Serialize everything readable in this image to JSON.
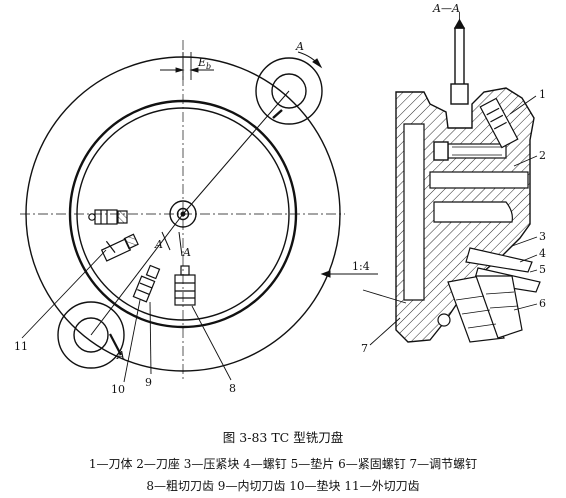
{
  "figure": {
    "caption_title": "图 3-83   TC 型铣刀盘",
    "legend_line1": "1—刀体   2—刀座   3—压紧块   4—螺钉   5—垫片   6—紧固螺钉   7—调节螺钉",
    "legend_line2": "8—粗切刀齿   9—内切刀齿   10—垫块   11—外切刀齿"
  },
  "labels": {
    "section_title": "A—A",
    "offset_symbol": "E",
    "offset_sub": "b",
    "ratio": "1:4",
    "section_a": "A",
    "parts": {
      "p1": "1",
      "p2": "2",
      "p3": "3",
      "p4": "4",
      "p5": "5",
      "p6": "6",
      "p7": "7",
      "p8": "8",
      "p9": "9",
      "p10": "10",
      "p11": "11"
    }
  },
  "colors": {
    "line": "#111111",
    "background": "#ffffff"
  }
}
